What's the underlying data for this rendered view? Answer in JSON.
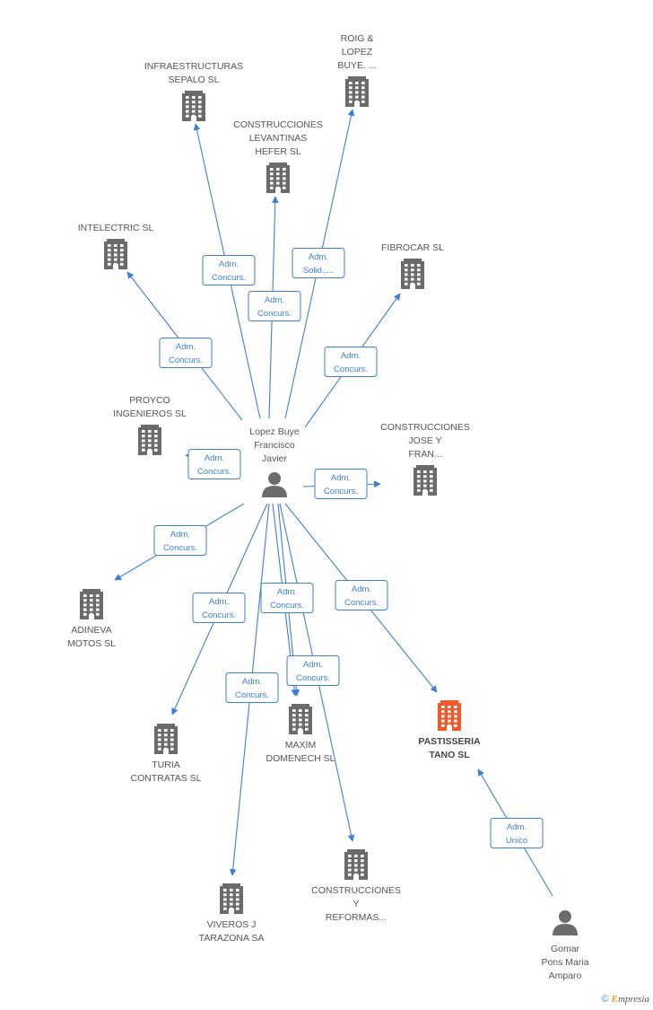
{
  "colors": {
    "edge": "#3d7fd6",
    "node": "#6b6b6b",
    "highlight": "#f05a2a"
  },
  "nodes": [
    {
      "id": "lopez",
      "type": "person",
      "lines": [
        "Lopez Buye",
        "Francisco",
        "Javier"
      ],
      "icon": "person-icon"
    },
    {
      "id": "gomar",
      "type": "person",
      "lines": [
        "Gomar",
        "Pons Maria",
        "Amparo"
      ],
      "icon": "person-icon"
    },
    {
      "id": "infra",
      "type": "company",
      "lines": [
        "INFRAESTRUCTURAS",
        "SEPALO SL"
      ],
      "icon": "building-icon"
    },
    {
      "id": "roig",
      "type": "company",
      "lines": [
        "ROIG &",
        "LOPEZ",
        "BUYE. ..."
      ],
      "icon": "building-icon"
    },
    {
      "id": "levant",
      "type": "company",
      "lines": [
        "CONSTRUCCIONES",
        "LEVANTINAS",
        "HEFER SL"
      ],
      "icon": "building-icon"
    },
    {
      "id": "intel",
      "type": "company",
      "lines": [
        "INTELECTRIC SL"
      ],
      "icon": "building-icon"
    },
    {
      "id": "fibro",
      "type": "company",
      "lines": [
        "FIBROCAR SL"
      ],
      "icon": "building-icon"
    },
    {
      "id": "proyco",
      "type": "company",
      "lines": [
        "PROYCO",
        "INGENIEROS SL"
      ],
      "icon": "building-icon"
    },
    {
      "id": "jose",
      "type": "company",
      "lines": [
        "CONSTRUCCIONES",
        "JOSE Y",
        "FRAN..."
      ],
      "icon": "building-icon"
    },
    {
      "id": "adineva",
      "type": "company",
      "lines": [
        "ADINEVA",
        "MOTOS  SL"
      ],
      "icon": "building-icon"
    },
    {
      "id": "turia",
      "type": "company",
      "lines": [
        "TURIA",
        "CONTRATAS SL"
      ],
      "icon": "building-icon"
    },
    {
      "id": "maxim",
      "type": "company",
      "lines": [
        "MAXIM",
        "DOMENECH SL"
      ],
      "icon": "building-icon"
    },
    {
      "id": "pastis",
      "type": "company",
      "highlight": true,
      "lines": [
        "PASTISSERIA",
        "TANO SL"
      ],
      "icon": "building-icon"
    },
    {
      "id": "viveros",
      "type": "company",
      "lines": [
        "VIVEROS J",
        "TARAZONA SA"
      ],
      "icon": "building-icon"
    },
    {
      "id": "reform",
      "type": "company",
      "lines": [
        "CONSTRUCCIONES",
        "Y",
        "REFORMAS..."
      ],
      "icon": "building-icon"
    }
  ],
  "edges": [
    {
      "from": "lopez",
      "to": "infra",
      "label": [
        "Adm.",
        "Concurs."
      ]
    },
    {
      "from": "lopez",
      "to": "levant",
      "label": [
        "Adm.",
        "Concurs."
      ]
    },
    {
      "from": "lopez",
      "to": "roig",
      "label": [
        "Adm.",
        "Solid.,..."
      ]
    },
    {
      "from": "lopez",
      "to": "intel",
      "label": [
        "Adm.",
        "Concurs."
      ]
    },
    {
      "from": "lopez",
      "to": "fibro",
      "label": [
        "Adm.",
        "Concurs."
      ]
    },
    {
      "from": "lopez",
      "to": "proyco",
      "label": [
        "Adm.",
        "Concurs."
      ]
    },
    {
      "from": "lopez",
      "to": "jose",
      "label": [
        "Adm.",
        "Concurs."
      ]
    },
    {
      "from": "lopez",
      "to": "adineva",
      "label": [
        "Adm.",
        "Concurs."
      ]
    },
    {
      "from": "lopez",
      "to": "turia",
      "label": [
        "Adm.",
        "Concurs."
      ]
    },
    {
      "from": "lopez",
      "to": "maxim",
      "label": [
        "Adm.",
        "Concurs."
      ]
    },
    {
      "from": "lopez",
      "to": "maxim",
      "label": [
        "Adm.",
        "Concurs."
      ]
    },
    {
      "from": "lopez",
      "to": "pastis",
      "label": [
        "Adm.",
        "Concurs."
      ]
    },
    {
      "from": "lopez",
      "to": "viveros",
      "label": [
        "Adm.",
        "Concurs."
      ]
    },
    {
      "from": "lopez",
      "to": "reform",
      "label": []
    },
    {
      "from": "gomar",
      "to": "pastis",
      "label": [
        "Adm.",
        "Unico"
      ]
    }
  ],
  "copyright": {
    "symbol": "©",
    "brand_initial": "E",
    "brand_rest": "mpresia"
  }
}
